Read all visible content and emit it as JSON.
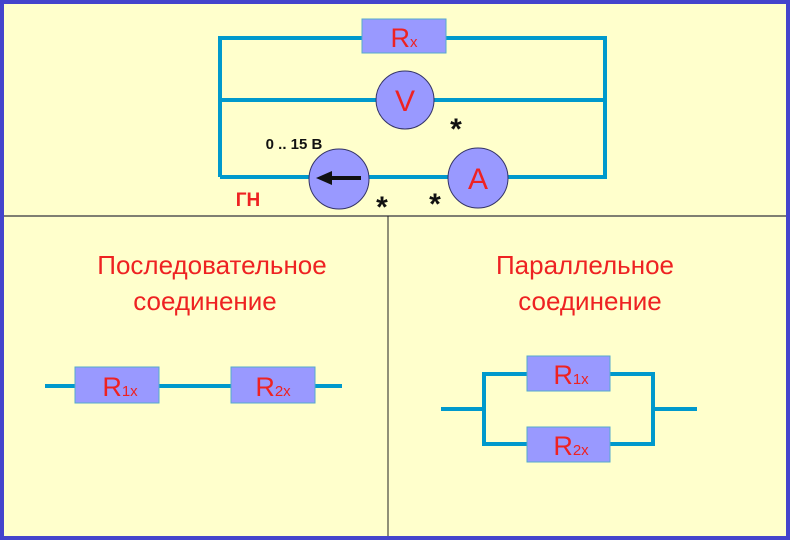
{
  "colors": {
    "border": "#4444cc",
    "background": "#ffffcc",
    "wire": "#0099cc",
    "component_fill": "#9999ff",
    "label_red": "#ee2222",
    "text_black": "#111111",
    "divider": "#555555"
  },
  "measurement_circuit": {
    "resistor": {
      "main": "R",
      "sub": "x"
    },
    "voltmeter": "V",
    "ammeter": "A",
    "source_label": "ГН",
    "source_range": "0 .. 15 В",
    "polarity_mark": "*"
  },
  "series_panel": {
    "title_line1": "Последовательное",
    "title_line2": "соединение",
    "resistors": [
      {
        "main": "R",
        "sub": "1x"
      },
      {
        "main": "R",
        "sub": "2x"
      }
    ]
  },
  "parallel_panel": {
    "title_line1": "Параллельное",
    "title_line2": "соединение",
    "resistors": [
      {
        "main": "R",
        "sub": "1x"
      },
      {
        "main": "R",
        "sub": "2x"
      }
    ]
  }
}
